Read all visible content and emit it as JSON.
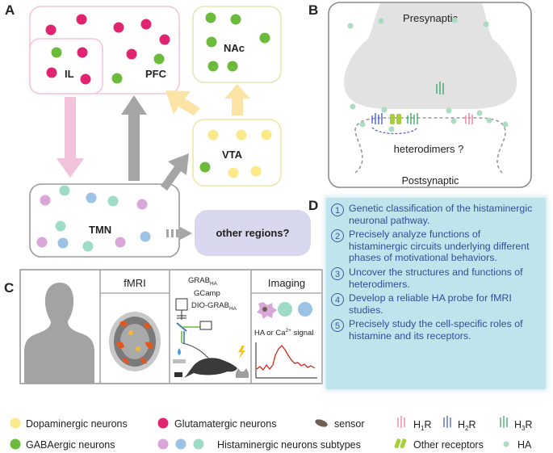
{
  "panels": {
    "a": {
      "letter": "A",
      "il_label": "IL",
      "pfc_label": "PFC",
      "nac_label": "NAc",
      "vta_label": "VTA",
      "tmn_label": "TMN",
      "other_regions_label": "other regions?"
    },
    "b": {
      "letter": "B",
      "presynaptic_label": "Presynaptic",
      "postsynaptic_label": "Postsynaptic",
      "heterodimers_label": "heterodimers ?"
    },
    "c": {
      "letter": "C",
      "fmri_label": "fMRI",
      "imaging_label": "Imaging",
      "grab_label": "GRAB",
      "grab_sub": "HA",
      "gcamp_label": "GCamp",
      "dio_label": "DIO-GRAB",
      "dio_sub": "HA",
      "signal_label_pre": "HA or Ca",
      "signal_sup": "2+",
      "signal_label_post": " signal"
    },
    "d": {
      "letter": "D",
      "goals": [
        {
          "num": "1",
          "text": "Genetic classification of the histaminergic neuronal pathway."
        },
        {
          "num": "2",
          "text": "Precisely analyze functions of histaminergic circuits underlying different phases of motivational behaviors."
        },
        {
          "num": "3",
          "text": "Uncover the structures and functions of heterodimers."
        },
        {
          "num": "4",
          "text": "Develop a reliable HA probe for fMRI studies."
        },
        {
          "num": "5",
          "text": "Precisely study the cell-specific roles of histamine and its receptors."
        }
      ]
    }
  },
  "legend": {
    "dopaminergic": "Dopaminergic neurons",
    "glutamatergic": "Glutamatergic neurons",
    "sensor": "sensor",
    "h1r": "H",
    "h1r_sub": "1",
    "h2r": "H",
    "h2r_sub": "2",
    "h3r": "H",
    "h3r_sub": "3",
    "receptor_suffix": "R",
    "gabaergic": "GABAergic neurons",
    "histaminergic": "Histaminergic neurons subtypes",
    "other_receptors": "Other receptors",
    "ha": "HA"
  },
  "colors": {
    "dopaminergic": "#fbe98a",
    "glutamatergic": "#e0246f",
    "gabaergic": "#6cbb3c",
    "hist_purple": "#d9a6d9",
    "hist_blue": "#9cc2e6",
    "hist_teal": "#9fdcc8",
    "ha": "#aadcc0",
    "h1r": "#ee7fa0",
    "h2r": "#4b5fc1",
    "h3r": "#3fa66a",
    "other_receptor": "#a6cf39",
    "sensor": "#6e5f52",
    "goal_text": "#2f4f9a",
    "goal_box": "#bfe4ec"
  }
}
